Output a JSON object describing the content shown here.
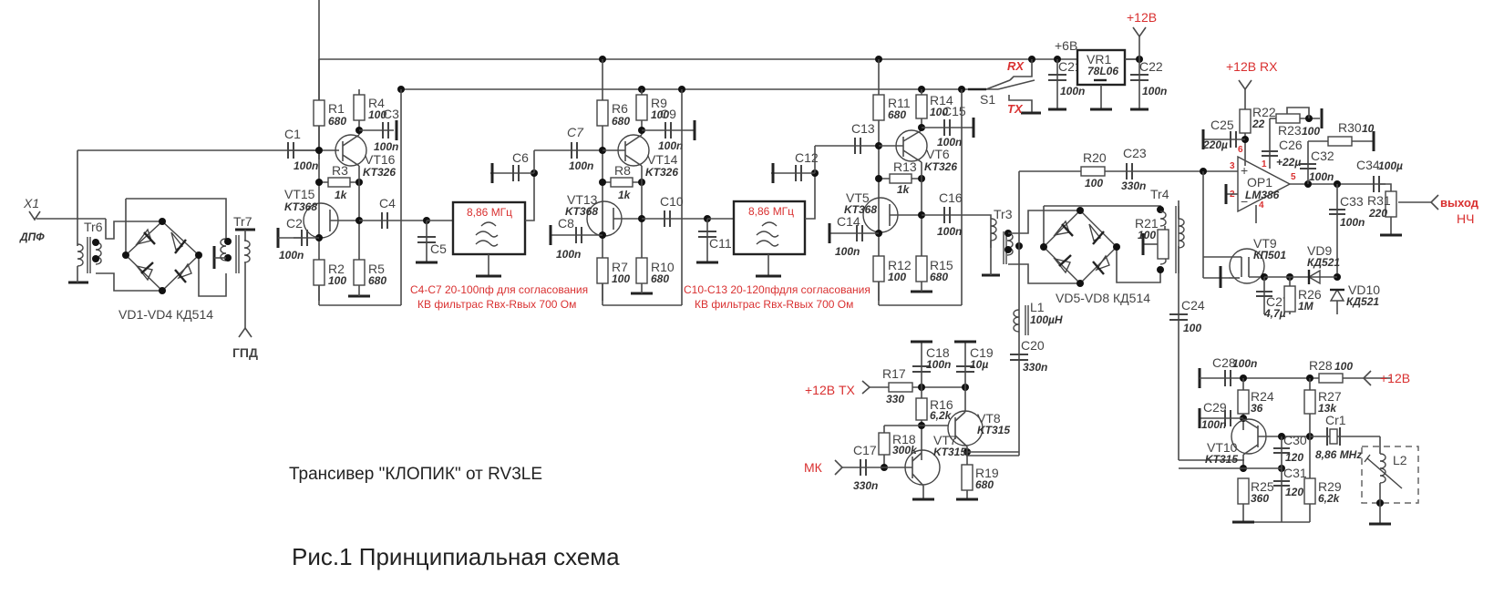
{
  "title": "Трансивер \"КЛОПИК\" от RV3LE",
  "caption": "Рис.1 Принципиальная схема",
  "connectors": {
    "x1": "X1",
    "x1_desc": "ДПФ",
    "gpd": "ГПД",
    "mic": "МК",
    "out_line1": "выход",
    "out_line2": "НЧ",
    "plus12_top": "+12В",
    "plus12_rx": "+12В RX",
    "plus12_tx": "+12В TX",
    "plus12_osc": "+12В",
    "plus6": "+6В"
  },
  "switch": {
    "ref": "S1",
    "rx": "RX",
    "tx": "TX"
  },
  "regulator": {
    "ref": "VR1",
    "part": "78L06"
  },
  "opamp": {
    "ref": "OP1",
    "part": "LM386",
    "pins": [
      "3",
      "2",
      "6",
      "1",
      "5",
      "4"
    ]
  },
  "filters": [
    {
      "freq": "8,86 МГц",
      "note1": "С4-С7 20-100пф   для согласования",
      "note2": "КВ фильтрас Rвх-Rвых 700 Ом"
    },
    {
      "freq": "8,86 МГц",
      "note1": "С10-С13 20-120пфдля согласования",
      "note2": "КВ фильтрас Rвх-Rвых 700 Ом"
    }
  ],
  "bridges": [
    {
      "label": "VD1-VD4 КД514"
    },
    {
      "label": "VD5-VD8 КД514"
    }
  ],
  "transformers": {
    "tr6": "Tr6",
    "tr7": "Tr7",
    "tr3": "Tr3",
    "tr4": "Tr4"
  },
  "resistors": {
    "R1": "680",
    "R2": "100",
    "R3": "1k",
    "R4": "100",
    "R5": "680",
    "R6": "680",
    "R7": "100",
    "R8": "1k",
    "R9": "100",
    "R10": "680",
    "R11": "680",
    "R12": "100",
    "R13": "1k",
    "R14": "100",
    "R15": "680",
    "R16": "6,2k",
    "R17": "330",
    "R18": "300k",
    "R19": "680",
    "R20": "100",
    "R21": "100",
    "R22": "22",
    "R23": "100",
    "R24": "36",
    "R25": "360",
    "R26": "1M",
    "R27": "13k",
    "R28": "100",
    "R29": "6,2k",
    "R30": "10",
    "R31": "220"
  },
  "capacitors": {
    "C1": "100n",
    "C2": "100n",
    "C3": "100n",
    "C4": "",
    "C5": "",
    "C6": "",
    "C7": "100n",
    "C8": "100n",
    "C9": "100n",
    "C10": "",
    "C11": "",
    "C12": "",
    "C13": "",
    "C14": "100n",
    "C15": "100n",
    "C16": "100n",
    "C17": "330n",
    "C18": "100n",
    "C19": "10µ",
    "C20": "330n",
    "C21": "100n",
    "C22": "100n",
    "C23": "330n",
    "C24": "100",
    "C25": "220µ",
    "C26": "+22µ",
    "C27": "4,7µ",
    "C28": "100n",
    "C29": "100n",
    "C30": "120",
    "C31": "120",
    "C32": "100n",
    "C33": "100n",
    "C34": "100µ"
  },
  "transistors": {
    "VT5": "KT368",
    "VT6": "KT326",
    "VT7": "KT315",
    "VT8": "KT315",
    "VT9": "КП501",
    "VT10": "KT315",
    "VT13": "KT368",
    "VT14": "KT326",
    "VT15": "KT368",
    "VT16": "KT326"
  },
  "diodes": {
    "VD9": "КД521",
    "VD10": "КД521"
  },
  "inductors": {
    "L1": "100µH",
    "L2": ""
  },
  "crystal": {
    "ref": "Cr1",
    "value": "8,86 MHz"
  }
}
